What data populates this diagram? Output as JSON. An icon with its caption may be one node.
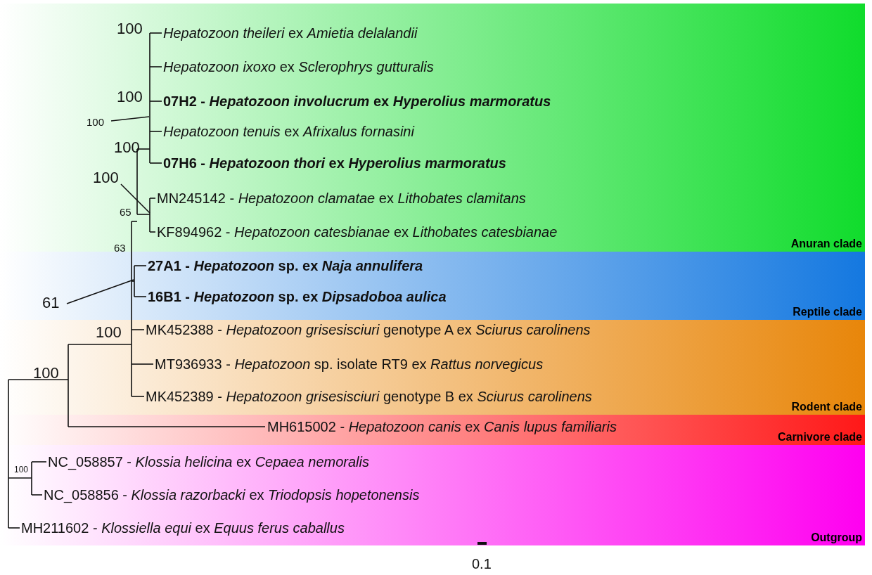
{
  "diagram": {
    "nodes": [
      {
        "text": [
          "Anuran clade"
        ]
      },
      {
        "text": [
          "*Hepatozoon theileri* ex *Amietia delalandii*"
        ],
        "in": 0
      },
      {
        "text": [
          "*Hepatozoon ixoxo* ex *Sclerophrys gutturalis*"
        ],
        "in": 0
      },
      {
        "text": [
          "07H2 - *Hepatozoon involucrum* ex *Hyperolius marmoratus*"
        ],
        "in": 0
      },
      {
        "text": [
          "*Hepatozoon tenuis* ex *Afrixalus fornasini*"
        ],
        "in": 0
      },
      {
        "text": [
          "07H6 - *Hepatozoon thori* ex *Hyperolius marmoratus*"
        ],
        "in": 0
      },
      {
        "text": [
          "MN245142 - *Hepatozoon clamatae* ex *Lithobates clamitans*"
        ],
        "in": 0
      },
      {
        "text": [
          "KF894962 - *Hepatozoon catesbianae* ex *Lithobates catesbianae*"
        ],
        "in": 0
      },
      {
        "text": [
          "Reptile clade"
        ]
      },
      {
        "text": [
          "27A1 - *Hepatozoon* sp. ex *Naja annulifera*"
        ],
        "in": 8
      },
      {
        "text": [
          "16B1 - *Hepatozoon* sp. ex *Dipsadoboa aulica*"
        ],
        "in": 8
      },
      {
        "text": [
          "Rodent clade"
        ]
      },
      {
        "text": [
          "MK452388 - *Hepatozoon grisesisciuri* genotype A ex *Sciurus carolinens*"
        ],
        "in": 11
      },
      {
        "text": [
          "MT936933 - *Hepatozoon* sp. isolate RT9 ex *Rattus norvegicus*"
        ],
        "in": 11
      },
      {
        "text": [
          "MK452389 - *Hepatozoon grisesisciuri* genotype B ex *Sciurus carolinens*"
        ],
        "in": 11
      },
      {
        "text": [
          "Carnivore clade"
        ]
      },
      {
        "text": [
          "MH615002 - *Hepatozoon canis* ex *Canis lupus familiaris*"
        ],
        "in": 15
      },
      {
        "text": [
          "Outgroup"
        ]
      },
      {
        "text": [
          "NC_058857 - *Klossia helicina* ex *Cepaea nemoralis*"
        ],
        "in": 17
      },
      {
        "text": [
          "NC_058856 - *Klossia razorbacki* ex *Triodopsis hopetonensis*"
        ],
        "in": 17
      },
      {
        "text": [
          "MH211602 - *Klossiella equi* ex *Equus ferus caballus*"
        ],
        "in": 17
      }
    ],
    "labels": [
      "100",
      "100",
      "100",
      "100",
      "100",
      "65",
      "63",
      "61",
      "100",
      "100",
      "100",
      "0.1"
    ]
  }
}
